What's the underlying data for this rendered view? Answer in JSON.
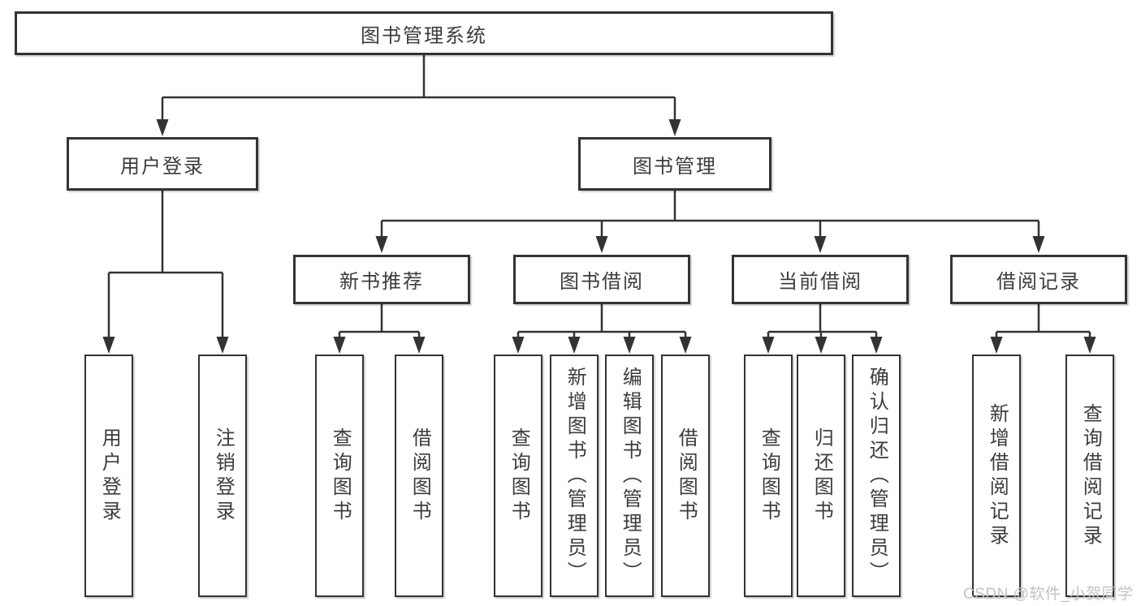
{
  "diagram_title": "图书管理系统",
  "tree": {
    "root": {
      "label": "图书管理系统"
    },
    "level2": [
      {
        "id": "user-login",
        "label": "用户登录",
        "parent": "图书管理系统"
      },
      {
        "id": "book-management",
        "label": "图书管理",
        "parent": "图书管理系统"
      }
    ],
    "level3": [
      {
        "id": "new-book-recommend",
        "label": "新书推荐",
        "parent": "图书管理"
      },
      {
        "id": "book-borrow",
        "label": "图书借阅",
        "parent": "图书管理"
      },
      {
        "id": "current-borrow",
        "label": "当前借阅",
        "parent": "图书管理"
      },
      {
        "id": "borrow-records",
        "label": "借阅记录",
        "parent": "图书管理"
      }
    ],
    "leaves": [
      {
        "label": "用户登录",
        "parent": "用户登录"
      },
      {
        "label": "注销登录",
        "parent": "用户登录"
      },
      {
        "label": "查询图书",
        "parent": "新书推荐"
      },
      {
        "label": "借阅图书",
        "parent": "新书推荐"
      },
      {
        "label": "查询图书",
        "parent": "图书借阅"
      },
      {
        "label": "新增图书（管理员）",
        "parent": "图书借阅"
      },
      {
        "label": "编辑图书（管理员）",
        "parent": "图书借阅"
      },
      {
        "label": "借阅图书",
        "parent": "图书借阅"
      },
      {
        "label": "查询图书",
        "parent": "当前借阅"
      },
      {
        "label": "归还图书",
        "parent": "当前借阅"
      },
      {
        "label": "确认归还（管理员）",
        "parent": "当前借阅"
      },
      {
        "label": "新增借阅记录",
        "parent": "借阅记录"
      },
      {
        "label": "查询借阅记录",
        "parent": "借阅记录"
      }
    ]
  },
  "watermark": {
    "text": "CSDN @软件_小贺同学",
    "color": "#c2c2c2"
  },
  "colors": {
    "line": "#333333",
    "box_border": "#333333",
    "text": "#3c3c3c",
    "background": "#ffffff"
  }
}
